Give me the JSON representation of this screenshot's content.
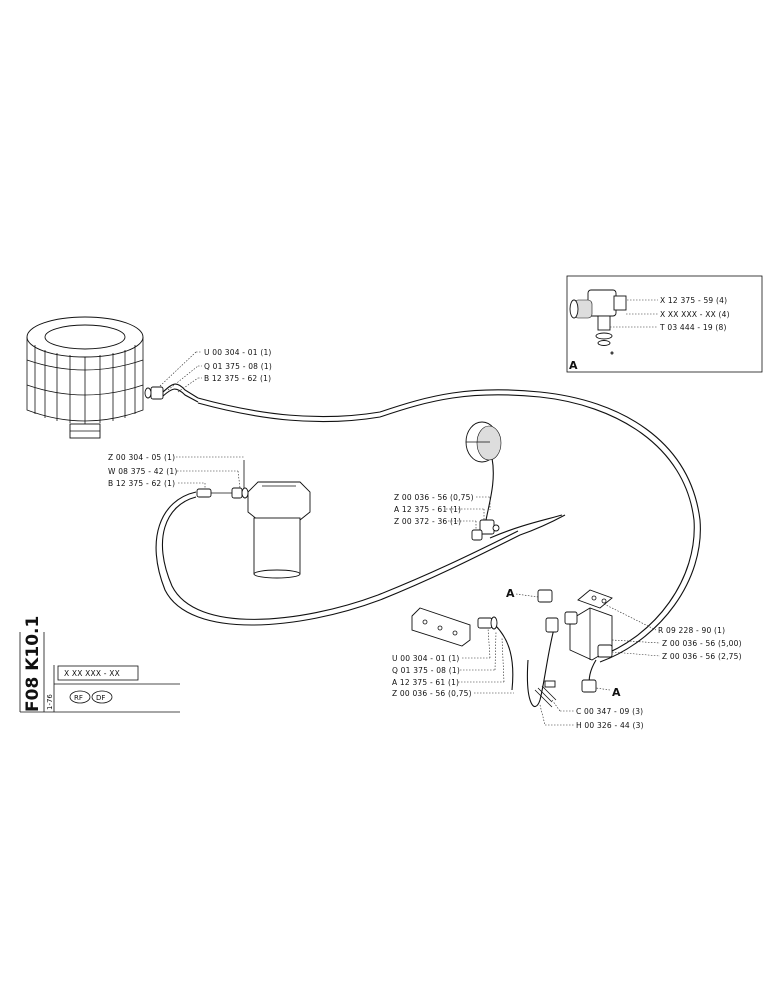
{
  "drawing": {
    "ref_code": "F08 K10.1",
    "date_code": "1-76",
    "part_number": "X XX XXX - XX",
    "badges": [
      "RF",
      "DF"
    ]
  },
  "inset": {
    "label": "A",
    "parts": [
      "X 12 375 - 59 (4)",
      "X XX XXX - XX (4)",
      "T 03 444 - 19 (8)"
    ]
  },
  "callouts": {
    "top_group": [
      "U 00 304 - 01 (1)",
      "Q 01 375 - 08 (1)",
      "B 12 375 - 62 (1)"
    ],
    "left_group": [
      "Z 00 304 - 05 (1)",
      "W 08 375 - 42 (1)",
      "B 12 375 - 62 (1)"
    ],
    "gauge_group": [
      "Z 00 036 - 56 (0,75)",
      "A 12 375 - 61 (1)",
      "Z 00 372 - 36 (1)"
    ],
    "bottom_group": [
      "U 00 304 - 01 (1)",
      "Q 01 375 - 08 (1)",
      "A 12 375 - 61 (1)",
      "Z 00 036 - 56 (0,75)"
    ],
    "right_group": [
      "R 09 228 - 90 (1)",
      "Z 00 036 - 56 (5,00)",
      "Z 00 036 - 56 (2,75)"
    ],
    "bolt_group": [
      "C 00 347 - 09 (3)",
      "H 00 326 - 44 (3)"
    ],
    "view_marks": [
      "A",
      "A"
    ]
  }
}
